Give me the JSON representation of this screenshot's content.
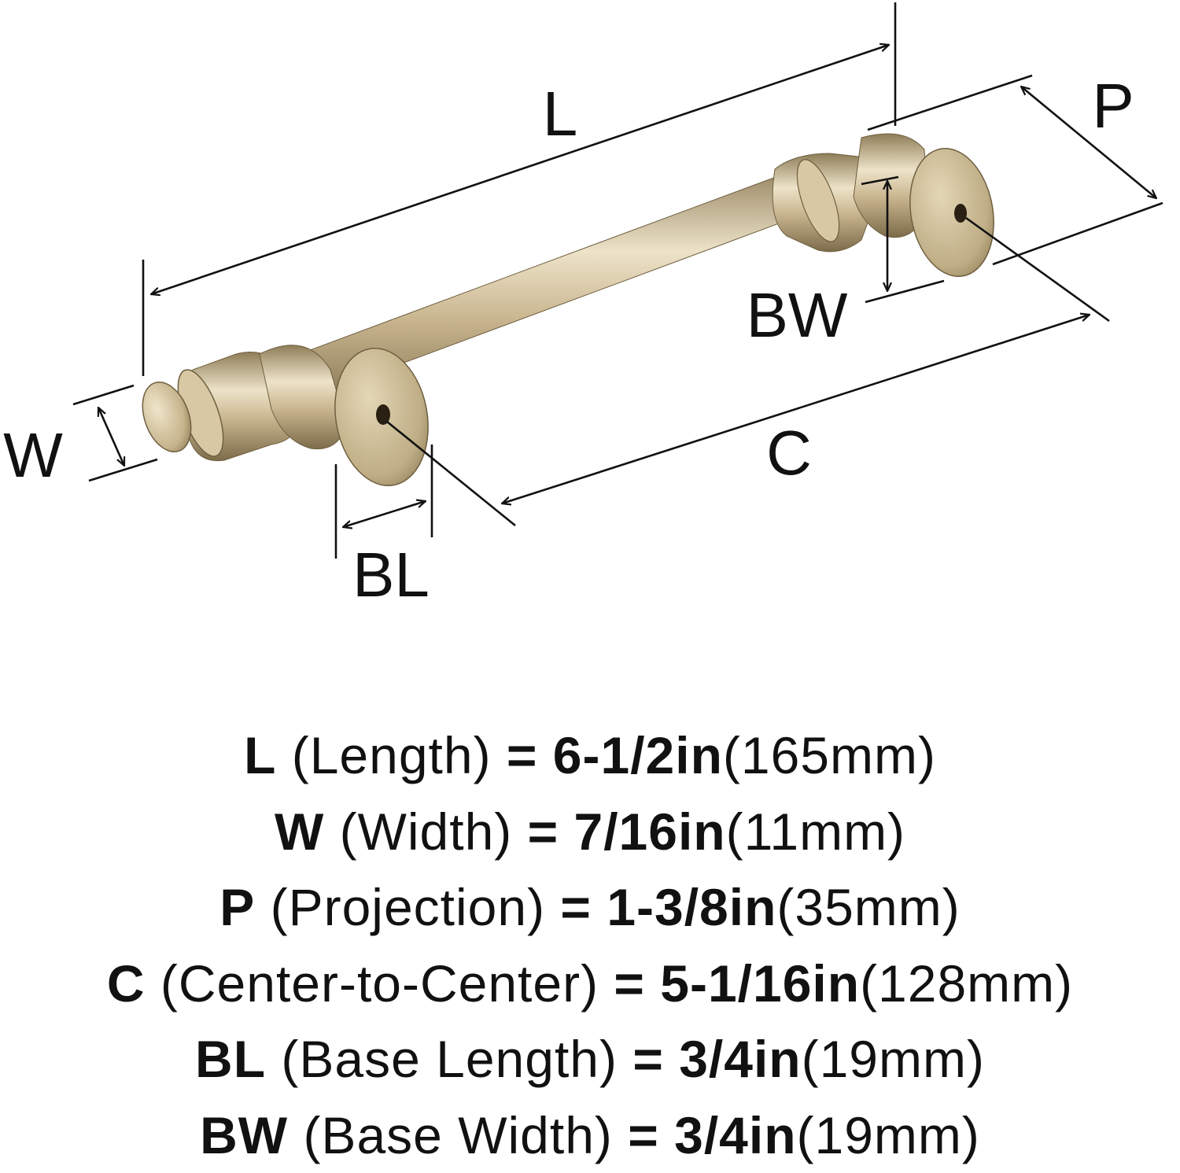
{
  "diagram": {
    "labels": {
      "L": "L",
      "P": "P",
      "BW": "BW",
      "W": "W",
      "C": "C",
      "BL": "BL"
    },
    "colors": {
      "line": "#111111",
      "metal_light": "#ede3c9",
      "metal_mid": "#cbb892",
      "metal_dark": "#8f7d58",
      "hole": "#2a2014"
    }
  },
  "specs": [
    {
      "code": "L",
      "name": "(Length)",
      "eq": "=",
      "imperial": "6-1/2in",
      "metric": "(165mm)"
    },
    {
      "code": "W",
      "name": "(Width)",
      "eq": "=",
      "imperial": "7/16in",
      "metric": "(11mm)"
    },
    {
      "code": "P",
      "name": "(Projection)",
      "eq": "=",
      "imperial": "1-3/8in",
      "metric": "(35mm)"
    },
    {
      "code": "C",
      "name": "(Center-to-Center)",
      "eq": "=",
      "imperial": "5-1/16in",
      "metric": "(128mm)"
    },
    {
      "code": "BL",
      "name": "(Base Length)",
      "eq": "=",
      "imperial": "3/4in",
      "metric": "(19mm)"
    },
    {
      "code": "BW",
      "name": "(Base Width)",
      "eq": "=",
      "imperial": "3/4in",
      "metric": "(19mm)"
    }
  ]
}
